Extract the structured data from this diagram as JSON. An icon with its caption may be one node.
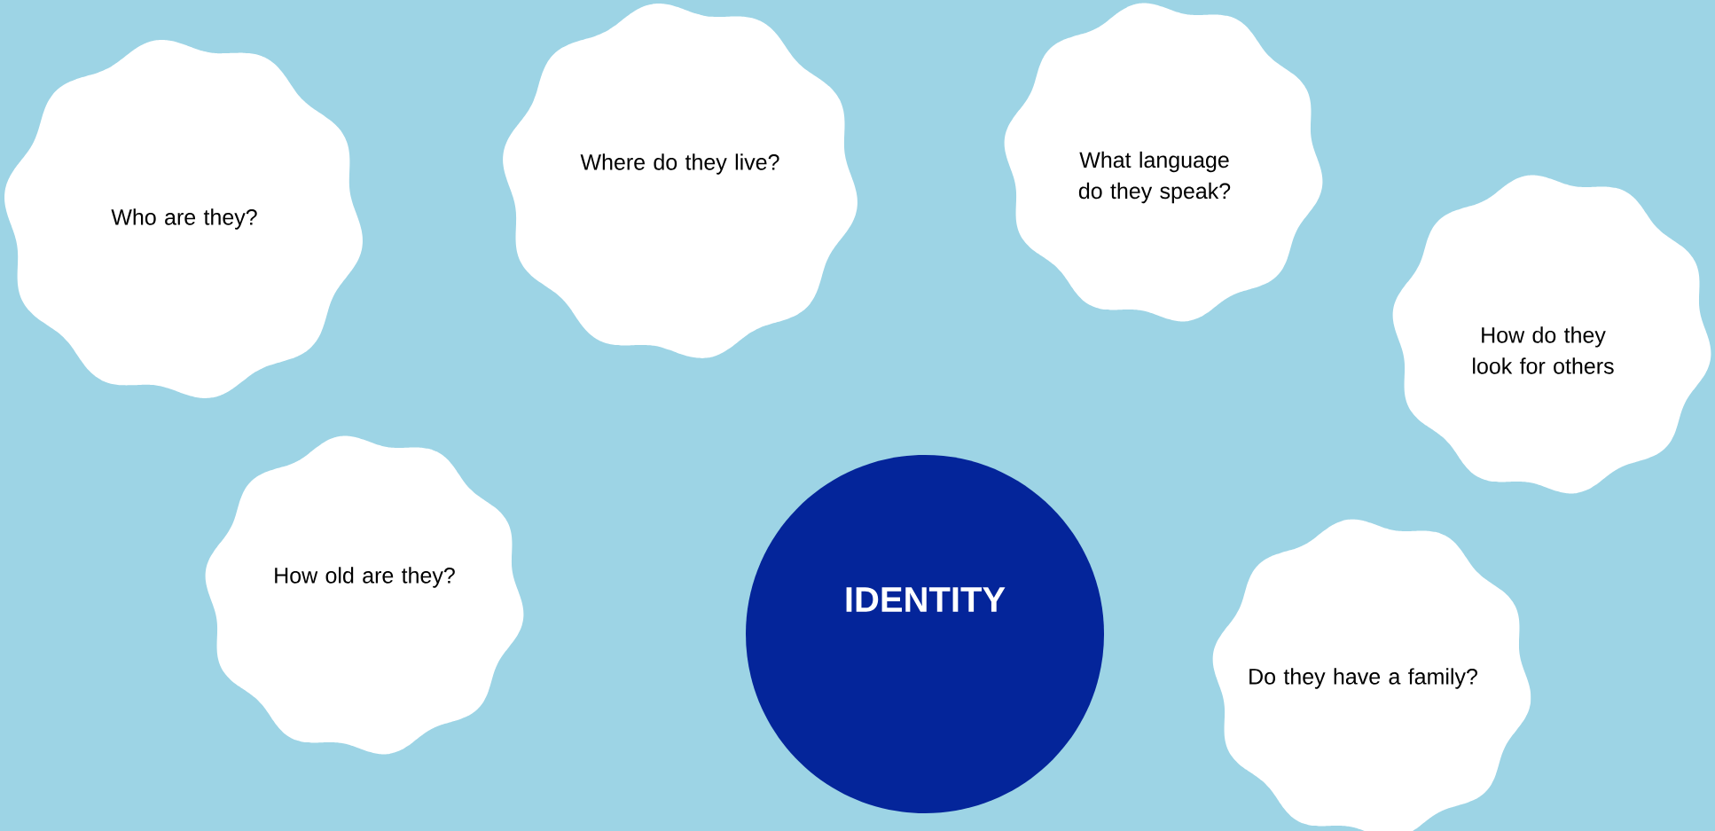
{
  "diagram": {
    "nodes": [
      {
        "text": [
          "Who are they?"
        ]
      },
      {
        "text": [
          "Where do they live?"
        ]
      },
      {
        "text": [
          "What language do they speak?"
        ]
      },
      {
        "text": [
          "How do they look for others"
        ]
      },
      {
        "text": [
          "How old are they?"
        ]
      },
      {
        "text": [
          "IDENTITY"
        ]
      },
      {
        "text": [
          "Do they have a family?"
        ]
      }
    ]
  }
}
